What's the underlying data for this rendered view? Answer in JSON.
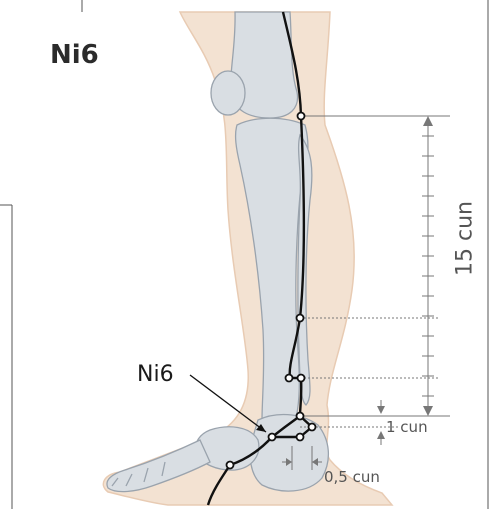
{
  "title": "Ni6",
  "callout_label": "Ni6",
  "measurements": {
    "shin_length": "15 cun",
    "below_malleolus": "1 cun",
    "posterior_offset": "0,5 cun"
  },
  "colors": {
    "skin": "#f3e2d2",
    "bone_fill": "#d8dde2",
    "bone_stroke": "#9aa3ad",
    "meridian": "#111111",
    "guide": "#777777"
  }
}
